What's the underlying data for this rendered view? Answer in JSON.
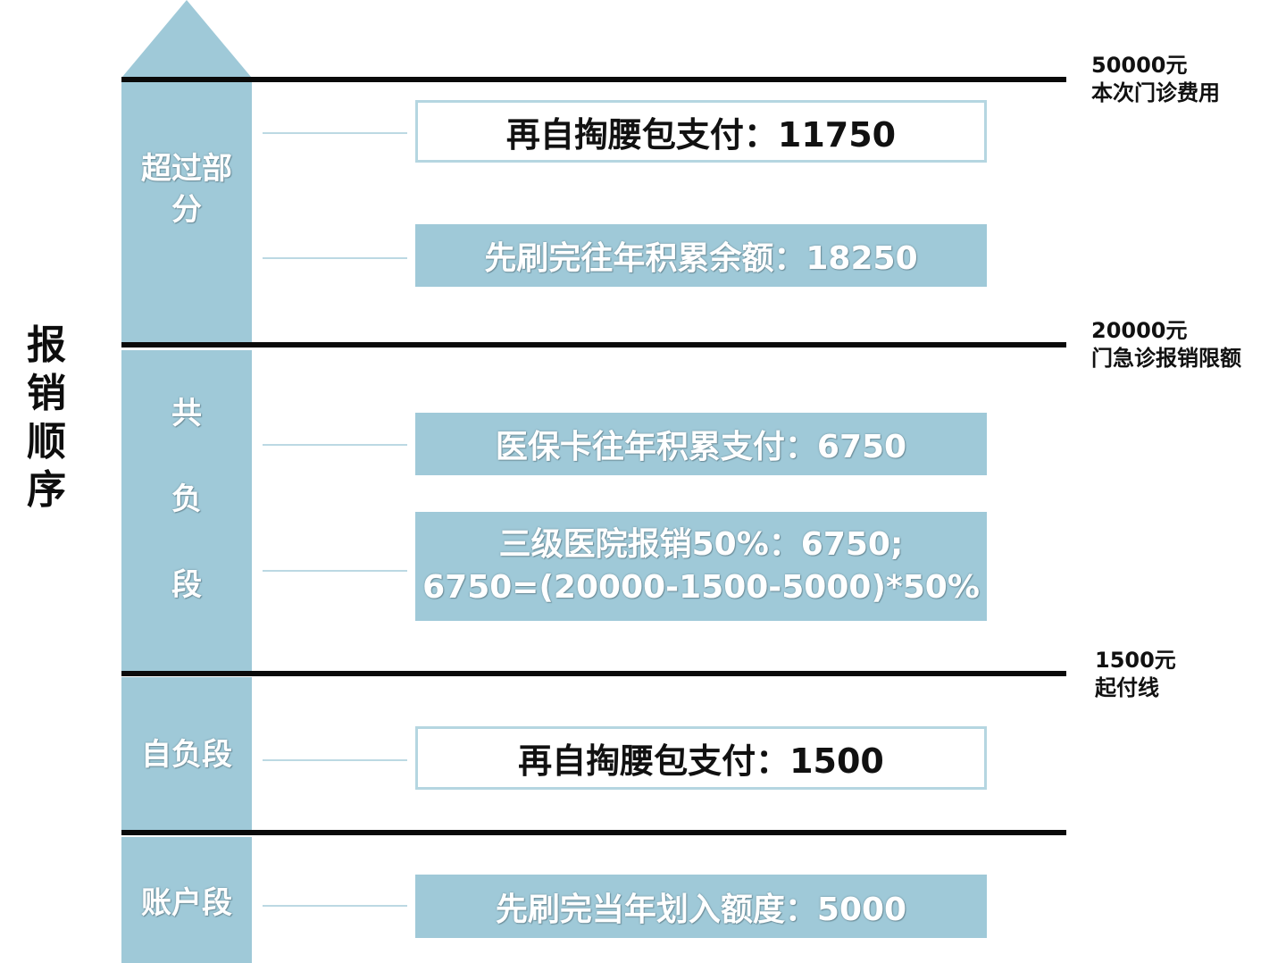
{
  "title_chars": [
    "报",
    "销",
    "顺",
    "序"
  ],
  "segments": {
    "excess": "超过部分",
    "copay": [
      "共",
      "负",
      "段"
    ],
    "self_pay": "自负段",
    "account": "账户段"
  },
  "thresholds": [
    {
      "amount": "50000元",
      "desc": "本次门诊费用"
    },
    {
      "amount": "20000元",
      "desc": "门急诊报销限额"
    },
    {
      "amount": "1500元",
      "desc": "起付线"
    }
  ],
  "boxes": {
    "excess_pocket": "再自掏腰包支付：11750",
    "excess_balance": "先刷完往年积累余额：18250",
    "copay_card": "医保卡往年积累支付：6750",
    "copay_reimb_line1": "三级医院报销50%：6750;",
    "copay_reimb_line2": "6750=(20000-1500-5000)*50%",
    "self_pocket": "再自掏腰包支付：1500",
    "account_quota": "先刷完当年划入额度：5000"
  },
  "colors": {
    "accent_blue": "#9fc9d8",
    "line_black": "#0a0a0a"
  }
}
